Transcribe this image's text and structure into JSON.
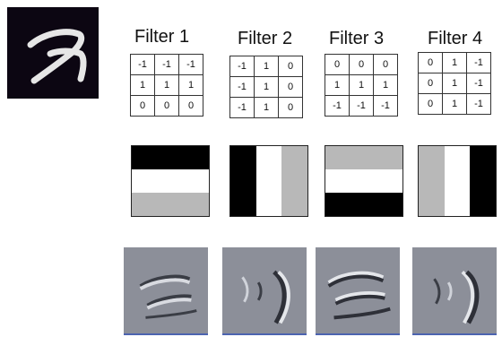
{
  "filters": [
    {
      "title": "Filter 1",
      "kernel": [
        [
          "-1",
          "-1",
          "-1"
        ],
        [
          "1",
          "1",
          "1"
        ],
        [
          "0",
          "0",
          "0"
        ]
      ],
      "pattern_orientation": "horizontal",
      "pattern_colors": [
        "#000000",
        "#ffffff",
        "#b8b8b8"
      ]
    },
    {
      "title": "Filter 2",
      "kernel": [
        [
          "-1",
          "1",
          "0"
        ],
        [
          "-1",
          "1",
          "0"
        ],
        [
          "-1",
          "1",
          "0"
        ]
      ],
      "pattern_orientation": "vertical",
      "pattern_colors": [
        "#000000",
        "#ffffff",
        "#b8b8b8"
      ]
    },
    {
      "title": "Filter 3",
      "kernel": [
        [
          "0",
          "0",
          "0"
        ],
        [
          "1",
          "1",
          "1"
        ],
        [
          "-1",
          "-1",
          "-1"
        ]
      ],
      "pattern_orientation": "horizontal",
      "pattern_colors": [
        "#b8b8b8",
        "#ffffff",
        "#000000"
      ]
    },
    {
      "title": "Filter 4",
      "kernel": [
        [
          "0",
          "1",
          "-1"
        ],
        [
          "0",
          "1",
          "-1"
        ],
        [
          "0",
          "1",
          "-1"
        ]
      ],
      "pattern_orientation": "vertical",
      "pattern_colors": [
        "#b8b8b8",
        "#ffffff",
        "#000000"
      ]
    }
  ],
  "colors": {
    "digit_background": "#0c0612",
    "digit_stroke": "#e6e6e6",
    "output_background": "#8c8f99"
  }
}
